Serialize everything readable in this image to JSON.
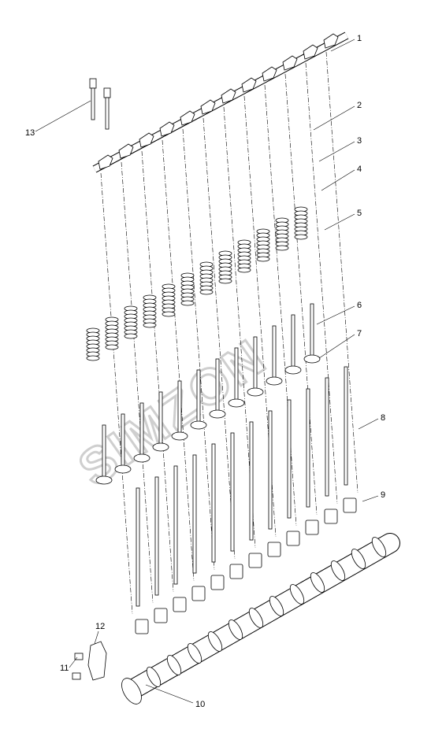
{
  "watermark": "SIMZON",
  "callouts": [
    "1",
    "2",
    "3",
    "4",
    "5",
    "6",
    "7",
    "8",
    "9",
    "10",
    "11",
    "12",
    "13"
  ],
  "colors": {
    "line": "#000000",
    "watermark": "#cfcfcf",
    "background": "#ffffff"
  }
}
